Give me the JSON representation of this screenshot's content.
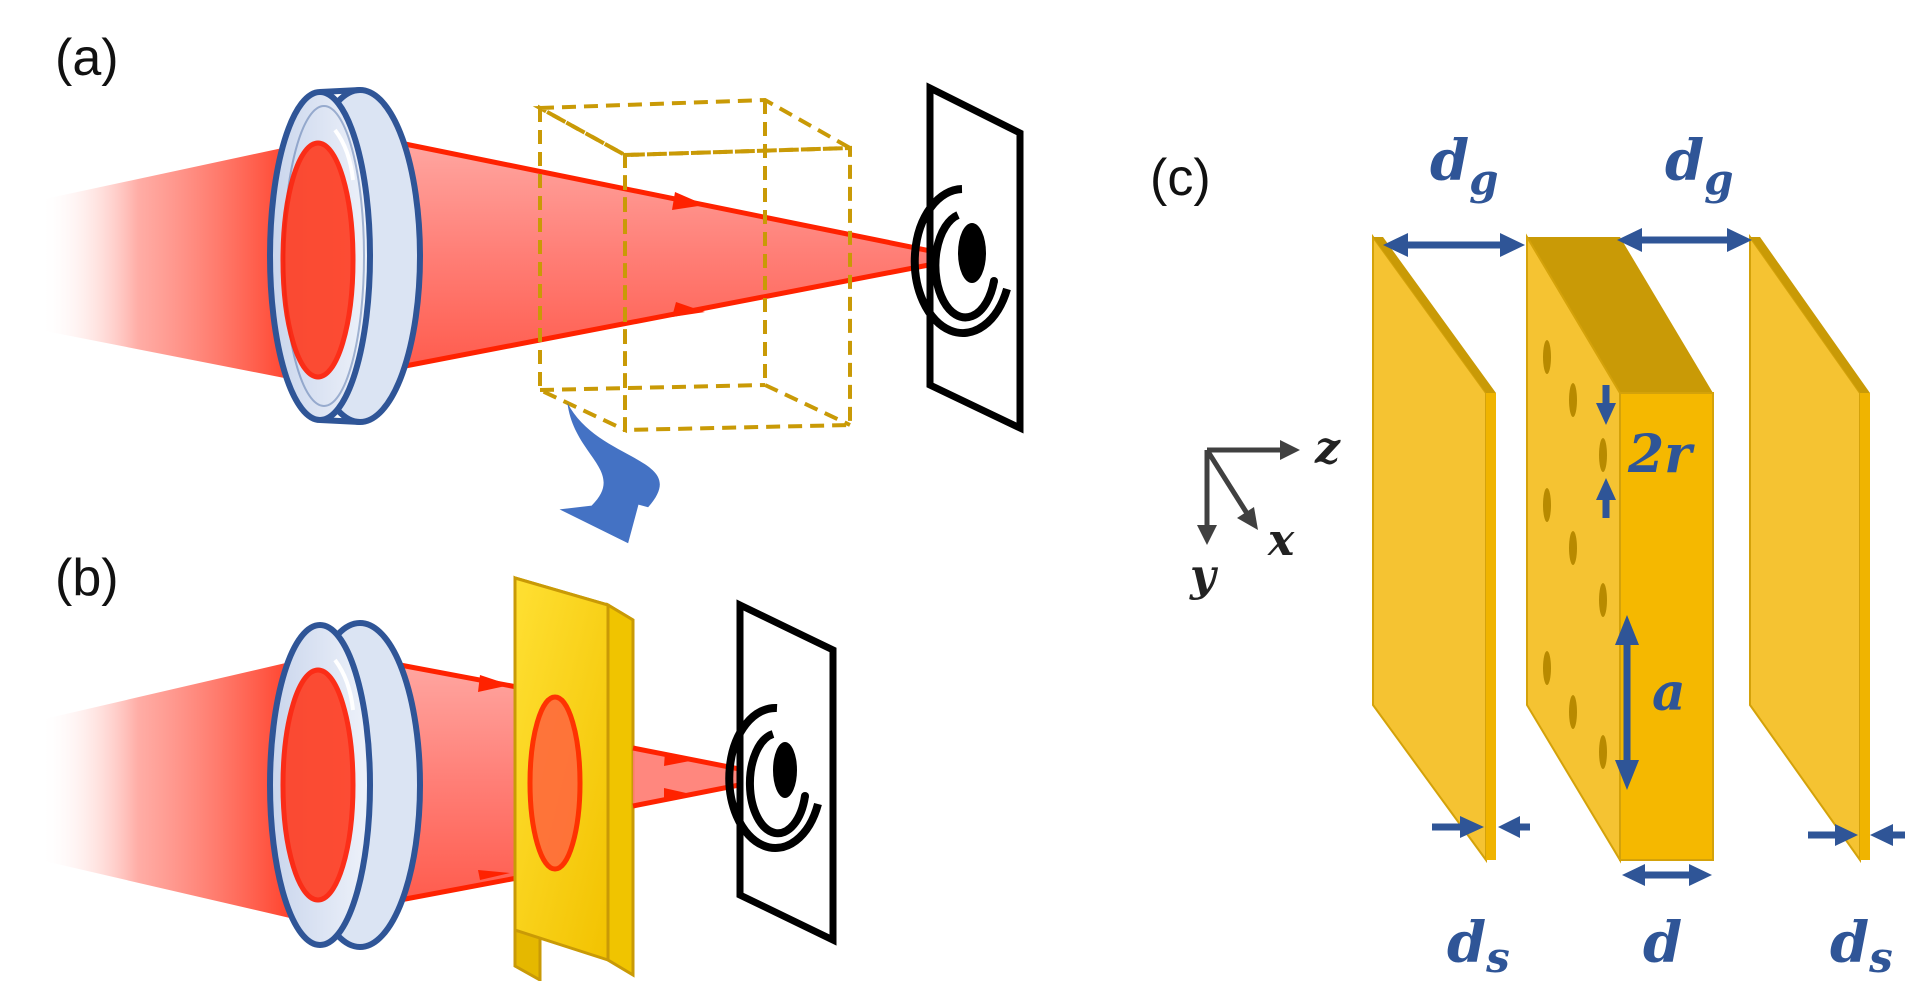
{
  "panels": {
    "a": "(a)",
    "b": "(b)",
    "c": "(c)"
  },
  "dimensions": {
    "gap_left": "d",
    "gap_left_sub": "g",
    "gap_right": "d",
    "gap_right_sub": "g",
    "diameter_num": "2",
    "diameter_var": "r",
    "lattice": "a",
    "thickness": "d",
    "sheet_left": "d",
    "sheet_left_sub": "s",
    "sheet_right": "d",
    "sheet_right_sub": "s"
  },
  "axes": {
    "z": "z",
    "y": "y",
    "x": "x"
  },
  "colors": {
    "beam": "#ff3b1f",
    "lens_edge": "#2f5597",
    "lens_fill": "#dbe4f3",
    "gold": "#f5c132",
    "gold_dark": "#c99a06",
    "dim_blue": "#2f5597"
  },
  "icons": {
    "transform_arrow": "curved-arrow-icon",
    "vortex_pattern": "spiral-vortex-icon"
  }
}
